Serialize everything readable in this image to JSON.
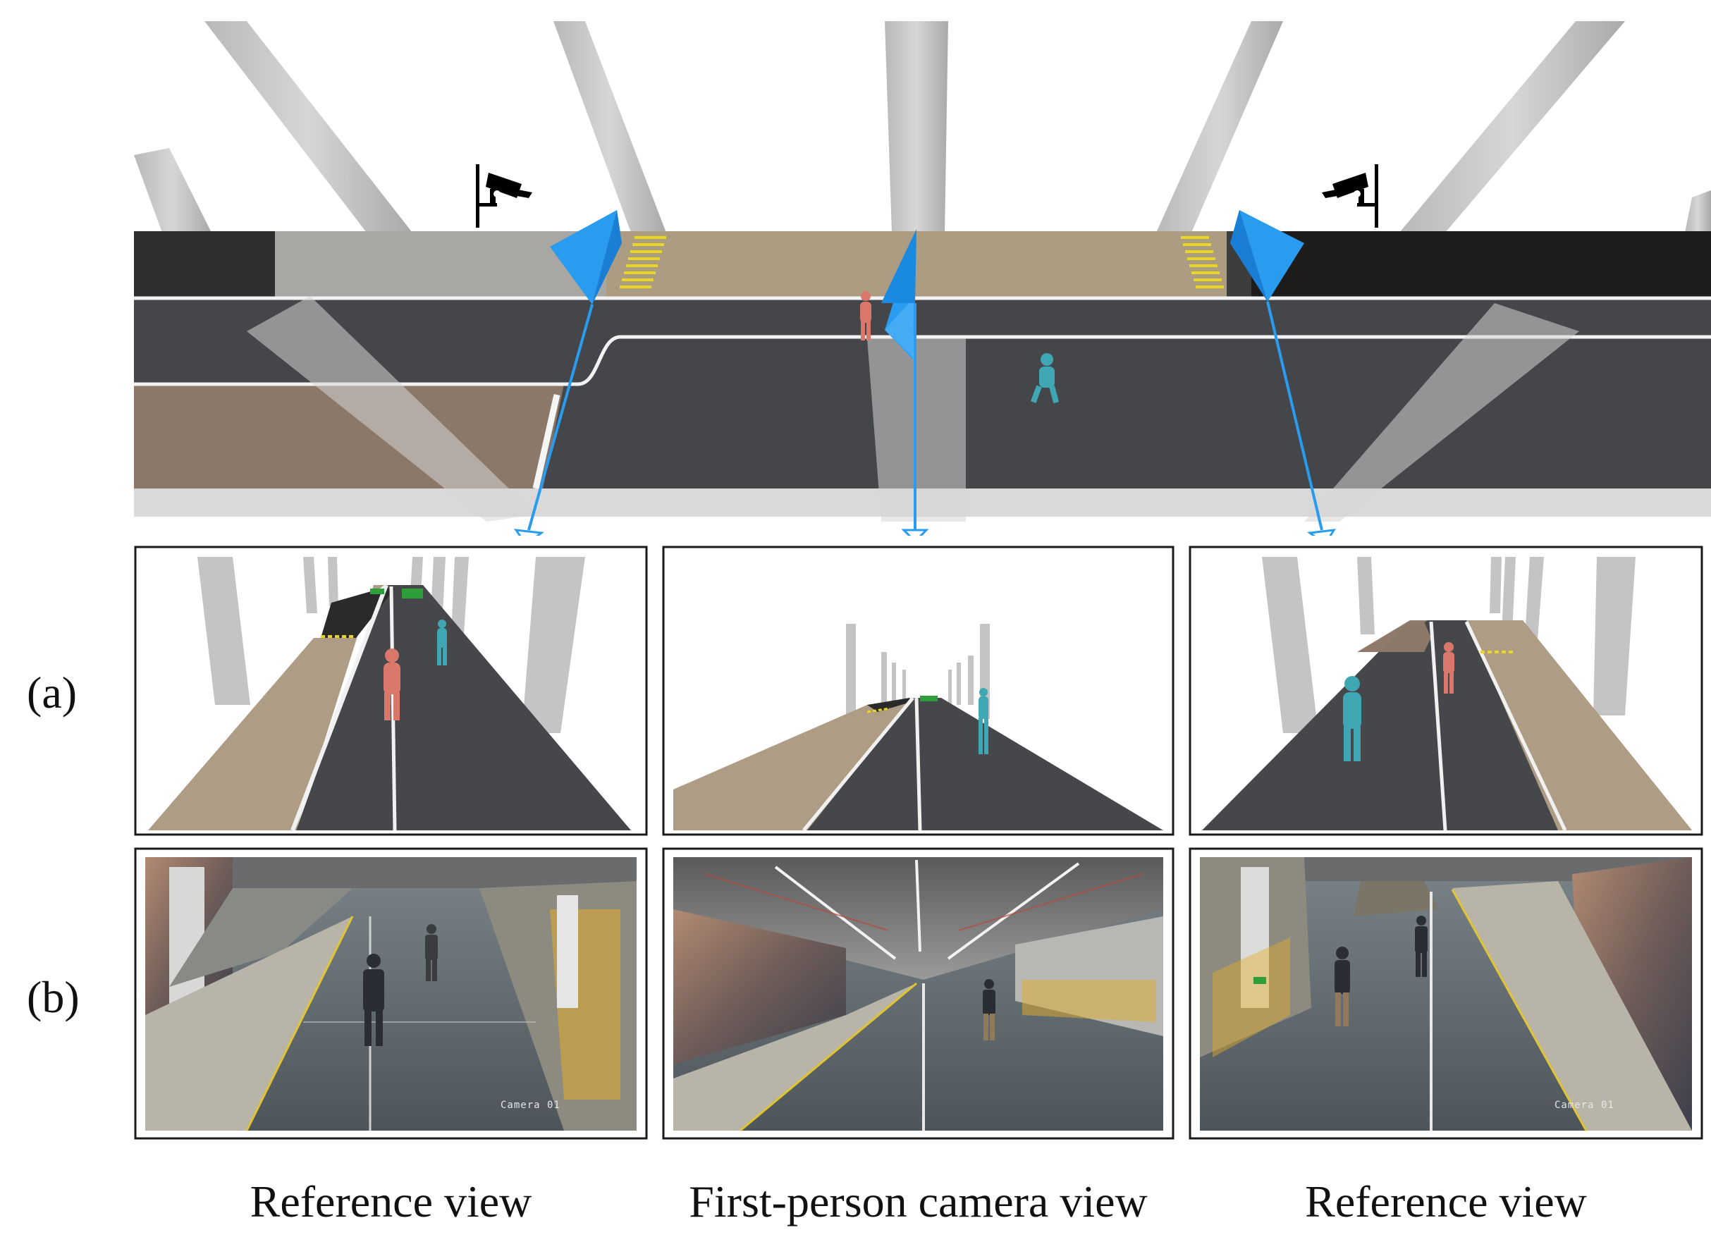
{
  "figure": {
    "row_labels": [
      "(a)",
      "(b)"
    ],
    "captions": [
      "Reference view",
      "First-person camera view",
      "Reference view"
    ],
    "photo_overlays": [
      "Camera 01",
      "Camera 01"
    ]
  },
  "icons": [
    "cctv-camera-icon",
    "cctv-camera-icon",
    "view-frustum-icon"
  ],
  "colors": {
    "frustum": "#2a9cf0",
    "sidewalk": "#a8977f",
    "road": "#454649",
    "pillar": "#c6c6c6",
    "crosswalk": "#e9d623",
    "pedestrian_red": "#d9786a",
    "pedestrian_teal": "#3fa7b3",
    "frame": "#1a1a1a"
  }
}
